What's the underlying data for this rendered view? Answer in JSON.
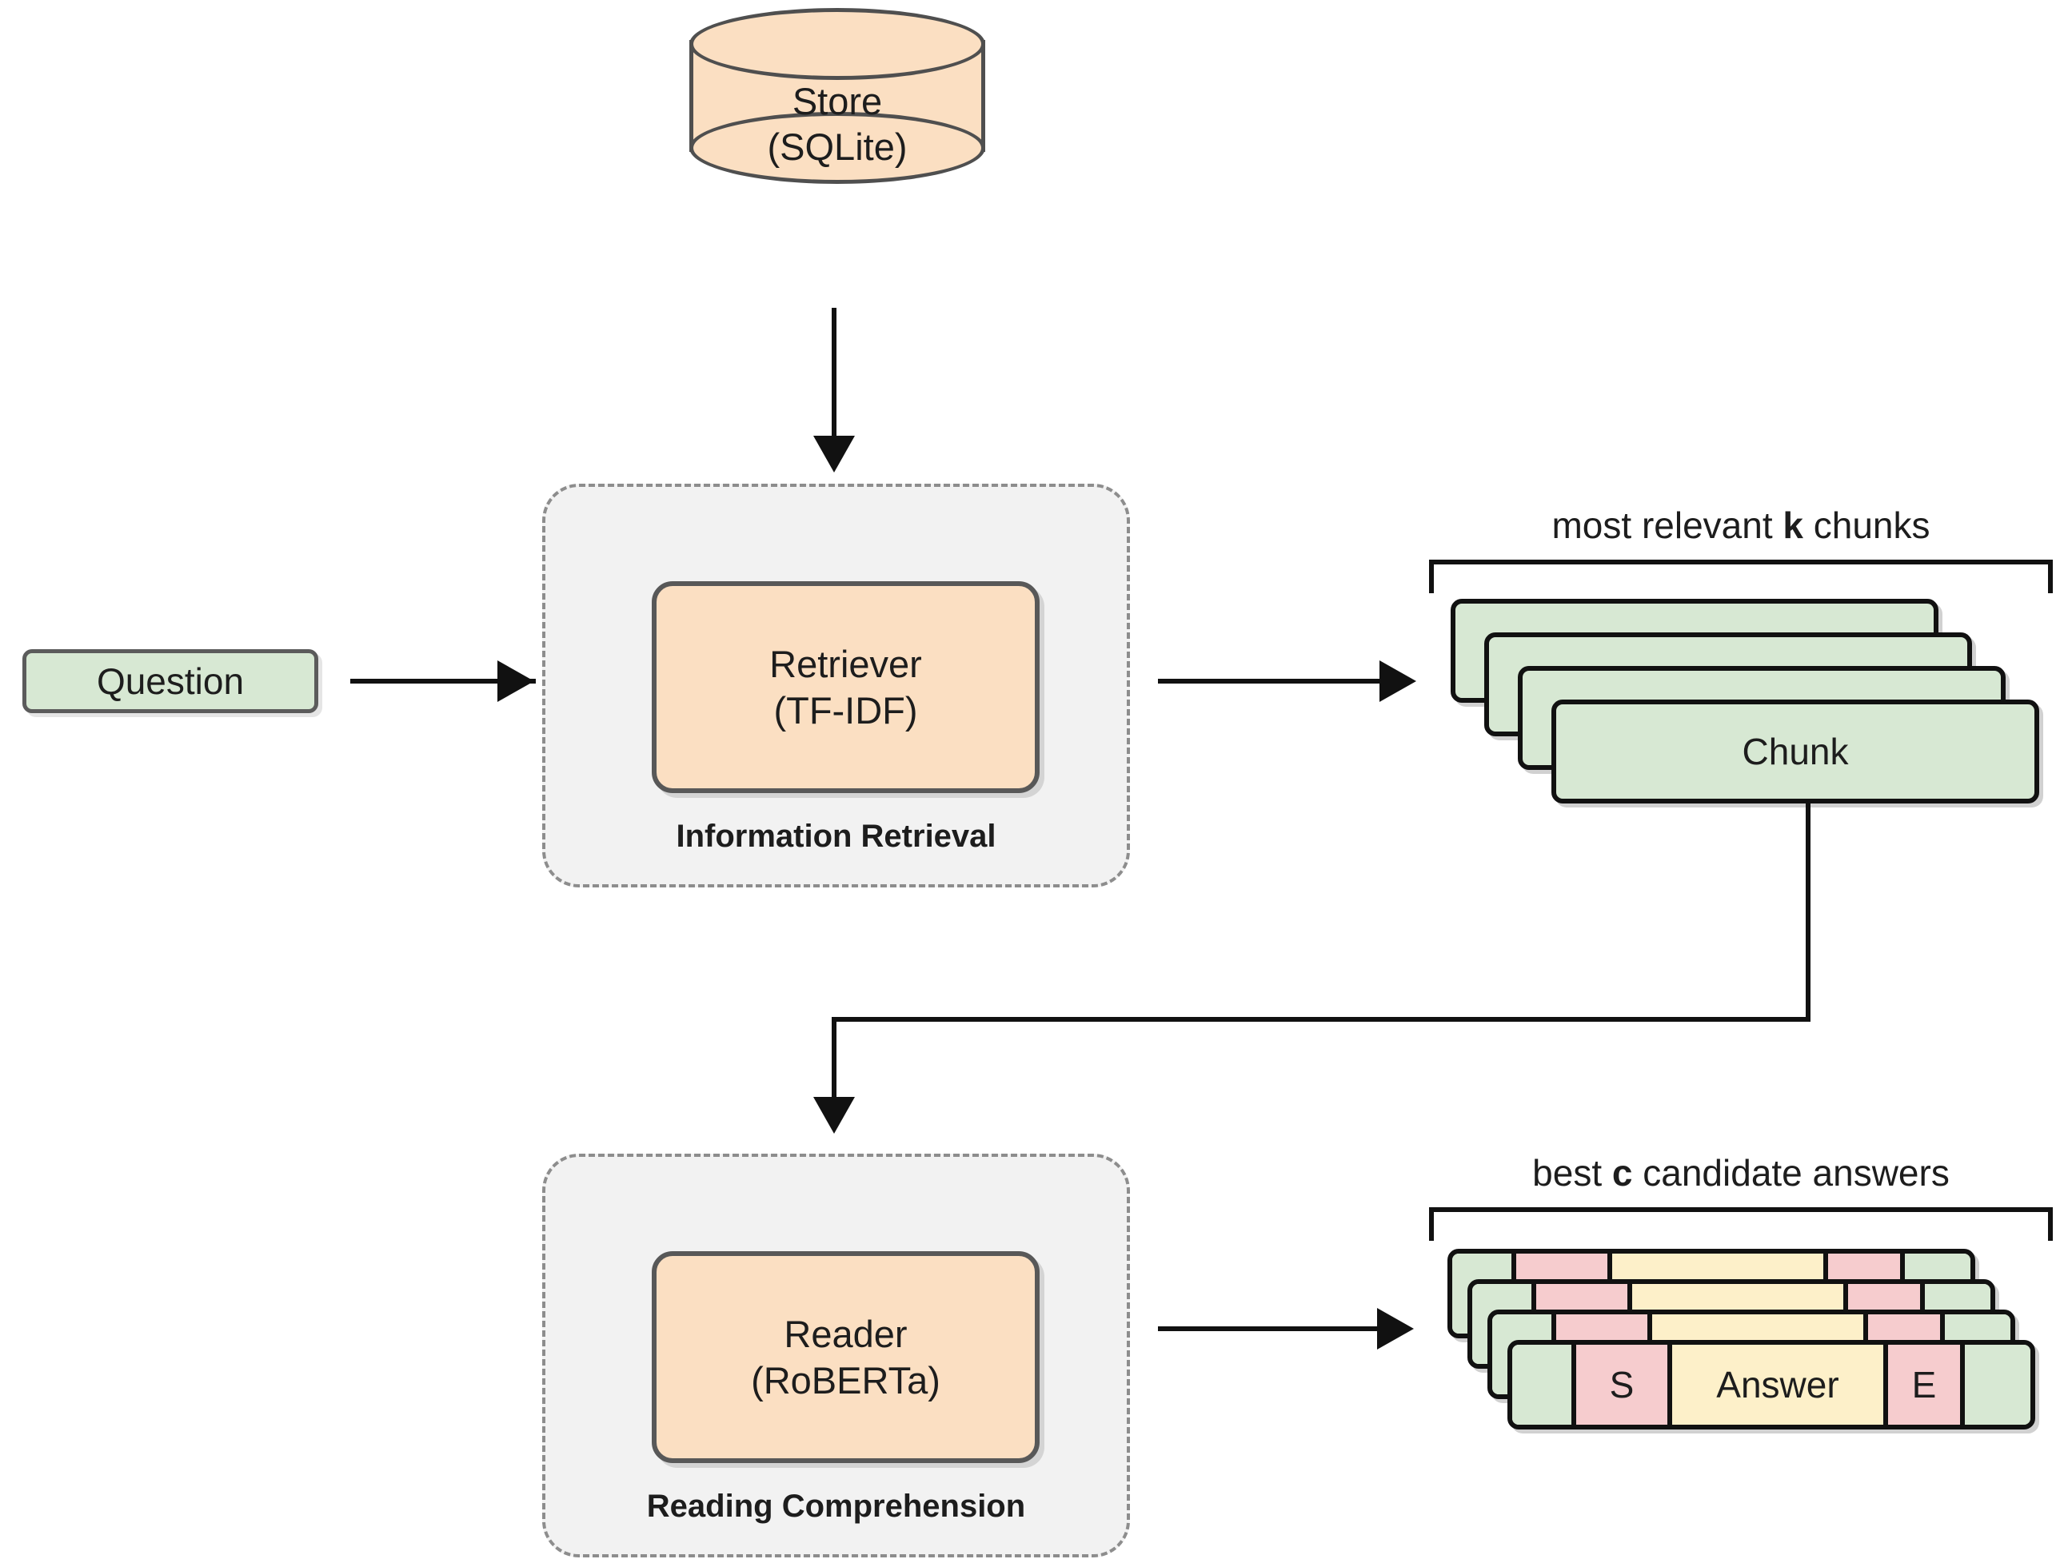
{
  "diagram": {
    "store": {
      "line1": "Store",
      "line2": "(SQLite)"
    },
    "question": {
      "label": "Question"
    },
    "retrieval_group": {
      "label": "Information Retrieval",
      "node": {
        "line1": "Retriever",
        "line2": "(TF-IDF)"
      }
    },
    "reading_group": {
      "label": "Reading Comprehension",
      "node": {
        "line1": "Reader",
        "line2": "(RoBERTa)"
      }
    },
    "chunks": {
      "caption_pre": "most relevant ",
      "caption_var": "k",
      "caption_post": " chunks",
      "label": "Chunk",
      "count": 4
    },
    "answers": {
      "caption_pre": "best ",
      "caption_var": "c",
      "caption_post": " candidate answers",
      "start_label": "S",
      "answer_label": "Answer",
      "end_label": "E",
      "count": 4
    },
    "colors": {
      "green_fill": "#d7e8d3",
      "orange_fill": "#fbdfc2",
      "pink_fill": "#f6ccce",
      "yellow_fill": "#fdf0c9",
      "group_fill": "#f2f2f2",
      "stroke": "#111111",
      "soft_stroke": "#5b5b5b"
    }
  }
}
